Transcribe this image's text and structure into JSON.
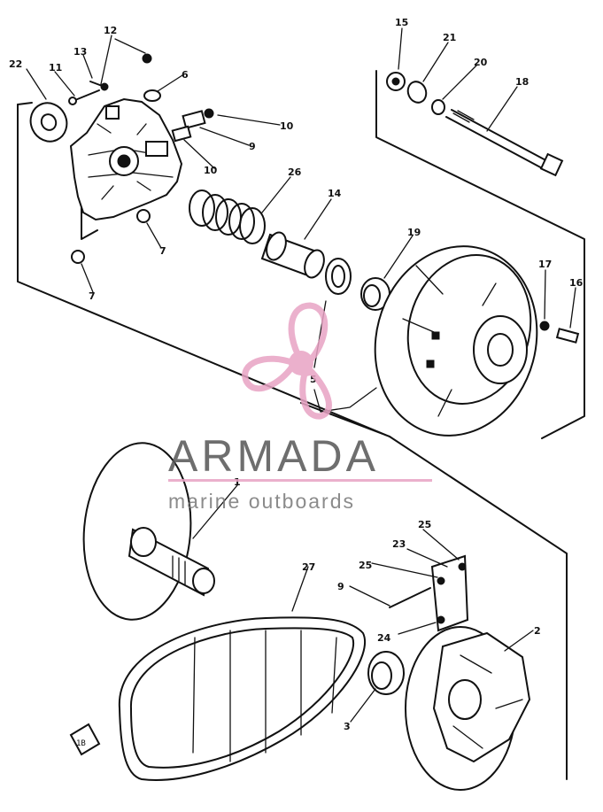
{
  "watermark": {
    "brand": "ARMADA",
    "tagline": "marine outboards",
    "accent_color": "#e8a3c4",
    "text_color": "#555555"
  },
  "corner_mark": "1B",
  "callouts": [
    {
      "id": "c22",
      "label": "22"
    },
    {
      "id": "c11",
      "label": "11"
    },
    {
      "id": "c13",
      "label": "13"
    },
    {
      "id": "c12",
      "label": "12"
    },
    {
      "id": "c6",
      "label": "6"
    },
    {
      "id": "c10a",
      "label": "10"
    },
    {
      "id": "c9a",
      "label": "9"
    },
    {
      "id": "c10b",
      "label": "10"
    },
    {
      "id": "c26",
      "label": "26"
    },
    {
      "id": "c14",
      "label": "14"
    },
    {
      "id": "c7a",
      "label": "7"
    },
    {
      "id": "c7b",
      "label": "7"
    },
    {
      "id": "c15",
      "label": "15"
    },
    {
      "id": "c21",
      "label": "21"
    },
    {
      "id": "c20",
      "label": "20"
    },
    {
      "id": "c18",
      "label": "18"
    },
    {
      "id": "c19",
      "label": "19"
    },
    {
      "id": "c17",
      "label": "17"
    },
    {
      "id": "c16",
      "label": "16"
    },
    {
      "id": "c5",
      "label": "5"
    },
    {
      "id": "c1",
      "label": "1"
    },
    {
      "id": "c27",
      "label": "27"
    },
    {
      "id": "c25a",
      "label": "25"
    },
    {
      "id": "c23",
      "label": "23"
    },
    {
      "id": "c25b",
      "label": "25"
    },
    {
      "id": "c9b",
      "label": "9"
    },
    {
      "id": "c24",
      "label": "24"
    },
    {
      "id": "c2",
      "label": "2"
    },
    {
      "id": "c3",
      "label": "3"
    }
  ]
}
